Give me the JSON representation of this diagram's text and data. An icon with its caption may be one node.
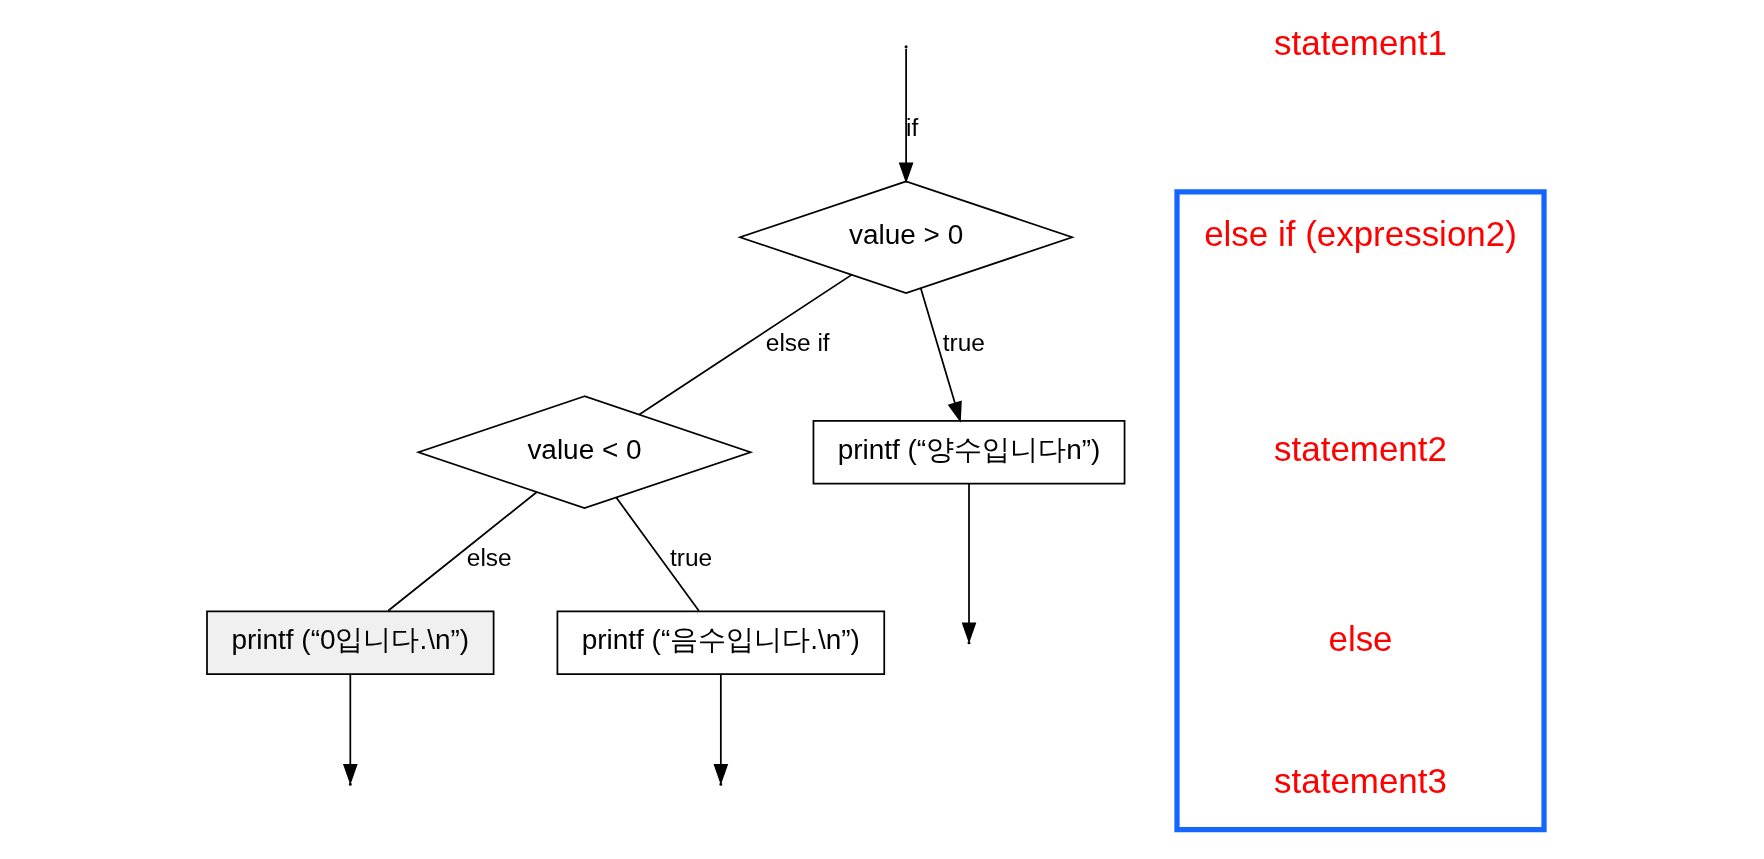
{
  "diagram": {
    "nodes": [
      {
        "text": [
          "value > 0"
        ]
      },
      {
        "text": [
          "value < 0"
        ]
      },
      {
        "text": [
          "printf (“0입니다.\\n”)"
        ]
      },
      {
        "text": [
          "printf (“음수입니다.\\n”)"
        ]
      },
      {
        "text": [
          "printf (“양수입니다n”)"
        ]
      },
      {
        "text": [],
        "shape": "box"
      }
    ],
    "edges": [
      {
        "from": null,
        "to": 0,
        "arrow": "to",
        "label": "if"
      },
      {
        "from": 0,
        "to": 1,
        "arrow": "none",
        "label": "else if"
      },
      {
        "from": 0,
        "to": 4,
        "arrow": "to",
        "label": "true"
      },
      {
        "from": 1,
        "to": 2,
        "arrow": "none",
        "label": "else"
      },
      {
        "from": 1,
        "to": 3,
        "arrow": "none",
        "label": "true"
      },
      {
        "from": 2,
        "to": null,
        "arrow": "to"
      },
      {
        "from": 3,
        "to": null,
        "arrow": "to"
      },
      {
        "from": 4,
        "to": null,
        "arrow": "to"
      }
    ],
    "labels": [
      "statement1",
      "else if (expression2)",
      "statement2",
      "else",
      "statement3"
    ]
  }
}
